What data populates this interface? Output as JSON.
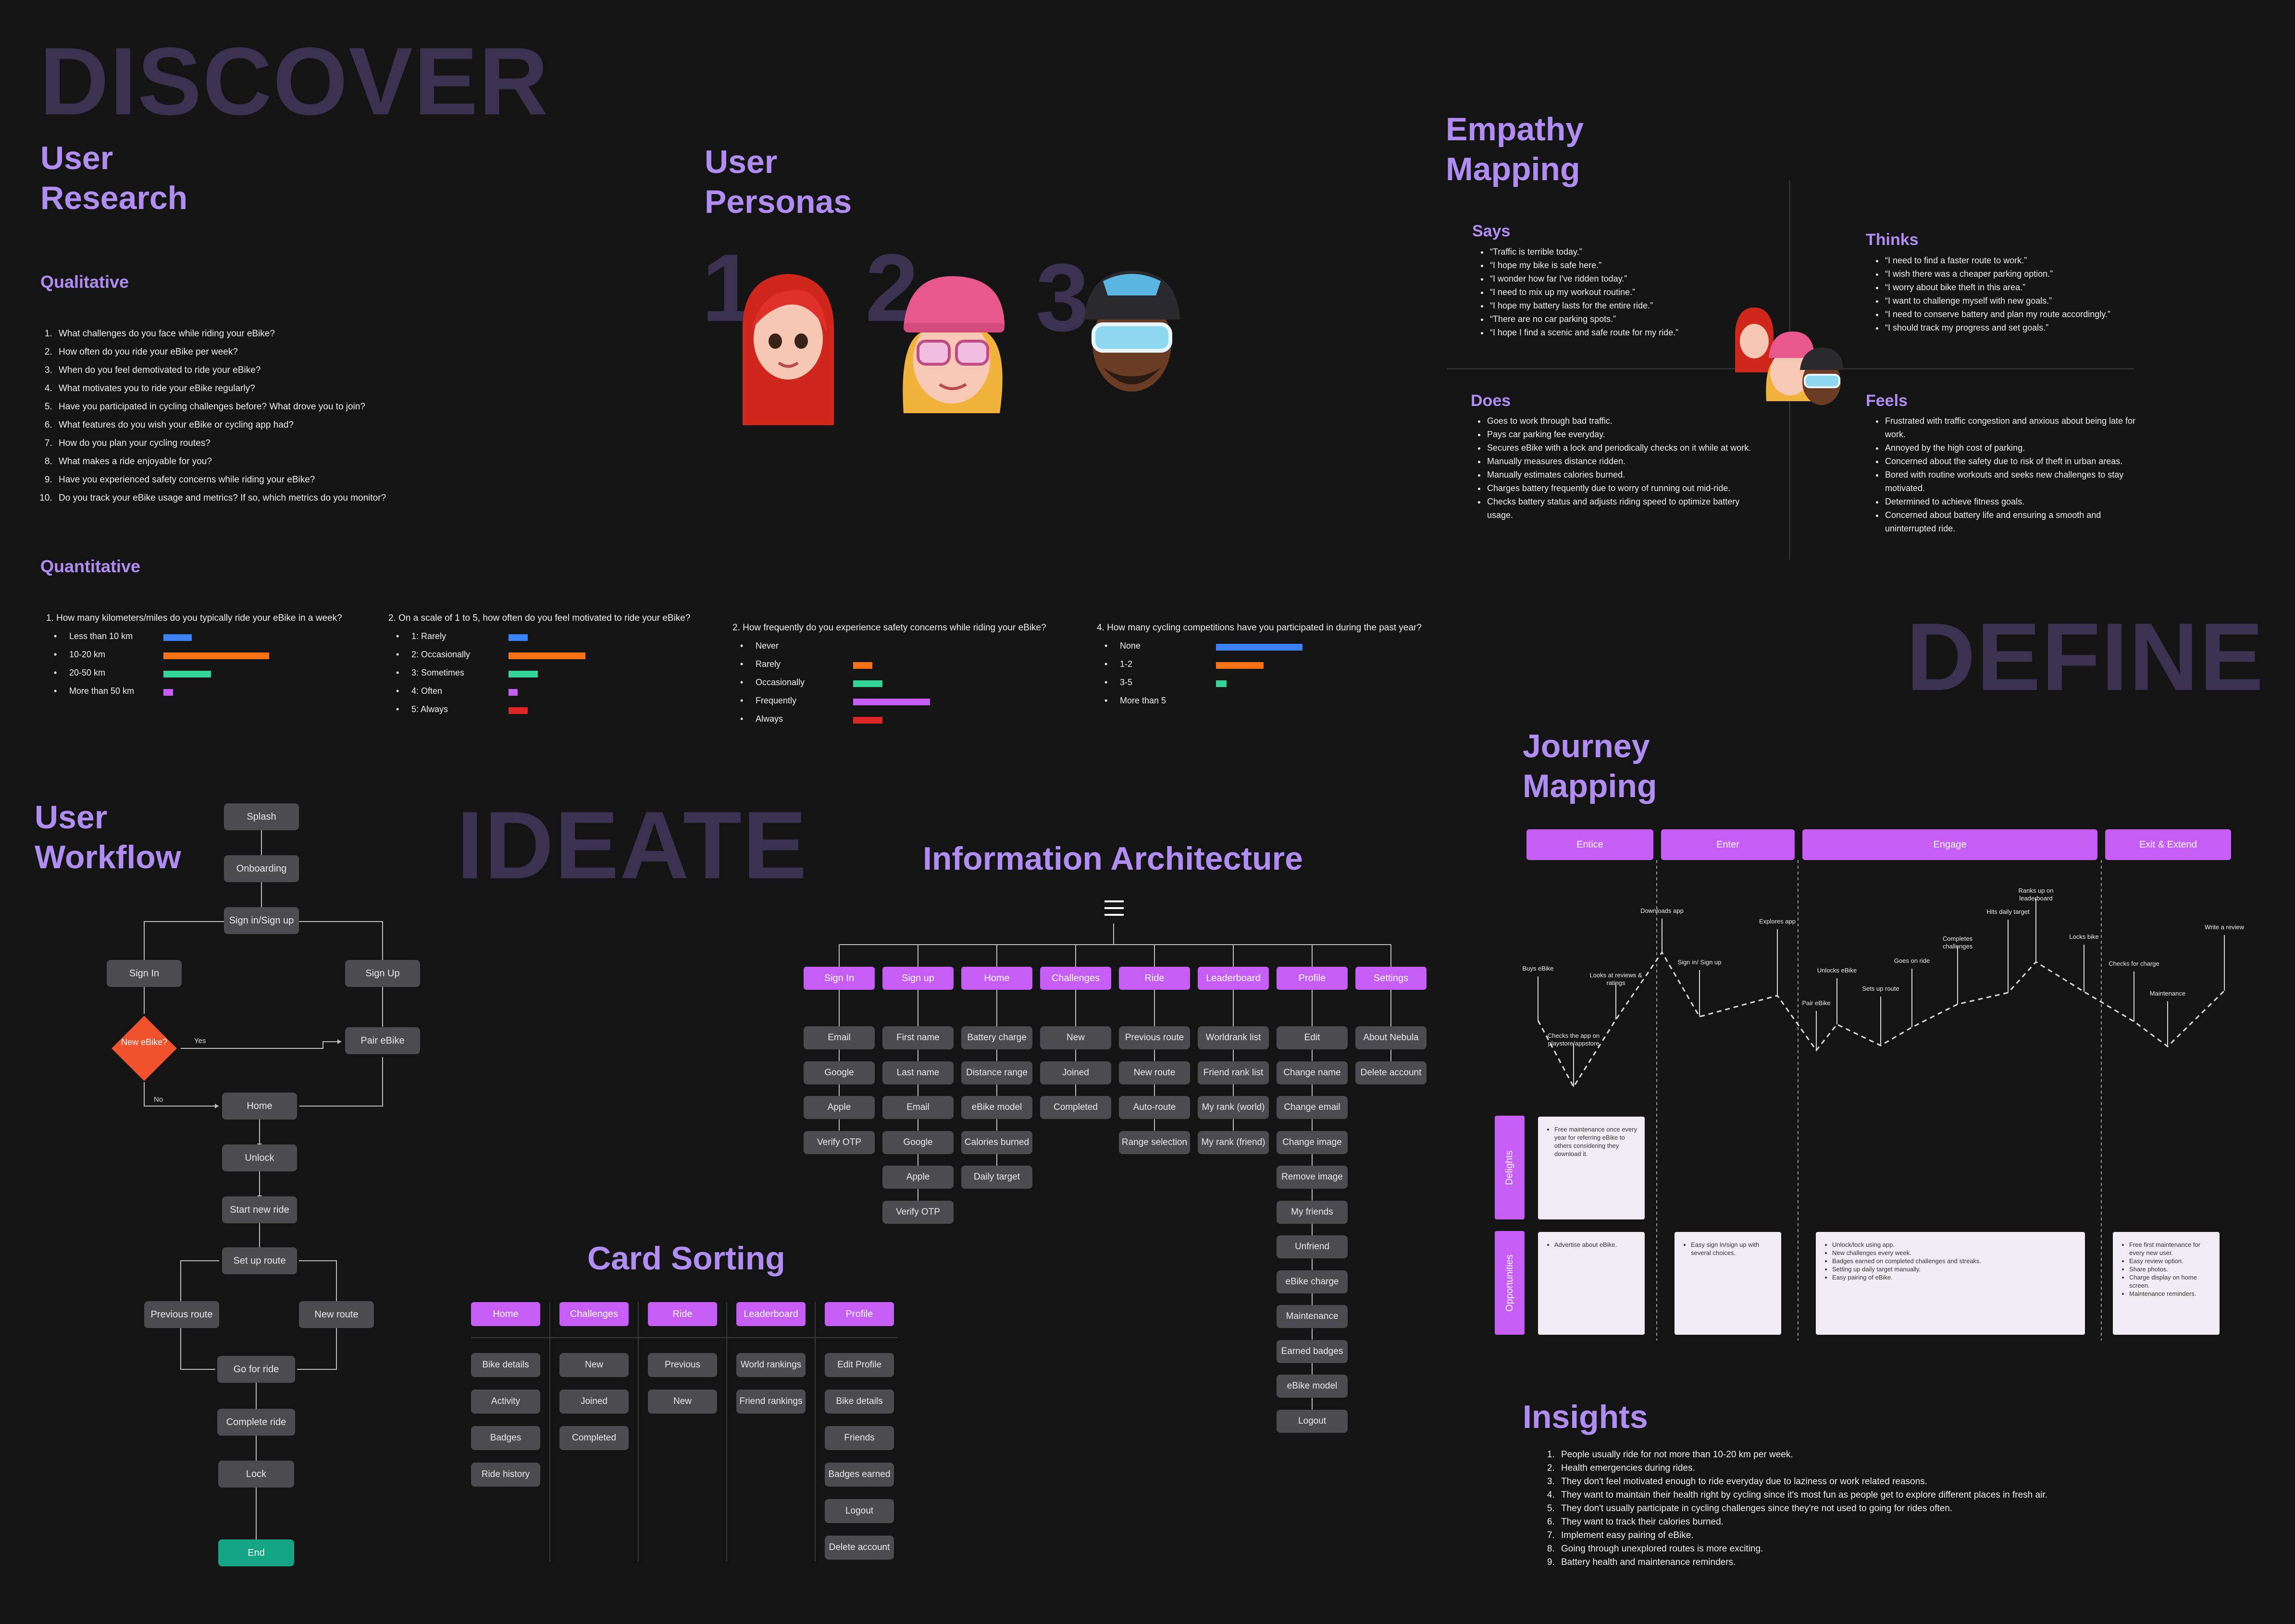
{
  "phases": {
    "discover": "DISCOVER",
    "define": "DEFINE",
    "ideate": "IDEATE"
  },
  "colors": {
    "accent": "#b08cf3",
    "node": "#4c4c50",
    "pink": "#c65df5",
    "decision": "#f0522d",
    "end": "#14a684",
    "blue": "#3b82f6",
    "orange": "#f97316",
    "green": "#34d399",
    "purple": "#c65df5",
    "red": "#dc2626"
  },
  "research": {
    "title_line1": "User",
    "title_line2": "Research",
    "qualitative_title": "Qualitative",
    "qualitative": [
      "What challenges do you face while riding your eBike?",
      "How often do you ride your eBike per week?",
      "When do you feel demotivated to ride your eBike?",
      "What motivates you to ride your eBike regularly?",
      "Have you participated in cycling challenges before? What drove you to join?",
      "What features do you wish your eBike or cycling app had?",
      "How do you plan your cycling routes?",
      "What makes a ride enjoyable for you?",
      "Have you experienced safety concerns while riding your eBike?",
      "Do you track your eBike usage and metrics? If so, which metrics do you monitor?"
    ],
    "quantitative_title": "Quantitative",
    "surveys": [
      {
        "question": "1. How many kilometers/miles do you typically ride your eBike in a week?",
        "options": [
          "Less than 10 km",
          "10-20 km",
          "20-50 km",
          "More than 50 km"
        ],
        "values": [
          0.27,
          1.0,
          0.45,
          0.09
        ],
        "colors": [
          "blue",
          "orange",
          "green",
          "purple"
        ]
      },
      {
        "question": "2. On a scale of 1 to 5, how often do you feel motivated to ride your eBike?",
        "options": [
          "1: Rarely",
          "2: Occasionally",
          "3: Sometimes",
          "4: Often",
          "5: Always"
        ],
        "values": [
          0.25,
          1.0,
          0.38,
          0.12,
          0.25
        ],
        "colors": [
          "blue",
          "orange",
          "green",
          "purple",
          "red"
        ]
      },
      {
        "question": "2. How frequently do you experience safety concerns while riding your eBike?",
        "options": [
          "Never",
          "Rarely",
          "Occasionally",
          "Frequently",
          "Always"
        ],
        "values": [
          0,
          0.25,
          0.38,
          1.0,
          0.38
        ],
        "colors": [
          "blue",
          "orange",
          "green",
          "purple",
          "red"
        ]
      },
      {
        "question": "4. How many cycling competitions have you participated in during the past year?",
        "options": [
          "None",
          "1-2",
          "3-5",
          "More than 5"
        ],
        "values": [
          1.0,
          0.55,
          0.12,
          0
        ],
        "colors": [
          "blue",
          "orange",
          "green",
          "purple"
        ]
      }
    ]
  },
  "personas": {
    "title_line1": "User",
    "title_line2": "Personas",
    "numbers": [
      "1",
      "2",
      "3"
    ]
  },
  "empathy": {
    "title_line1": "Empathy",
    "title_line2": "Mapping",
    "says_title": "Says",
    "says": [
      "“Traffic is terrible today.”",
      "“I hope my bike is safe here.”",
      "“I wonder how far I've ridden today.”",
      "“I need to mix up my workout routine.”",
      "“I hope my battery lasts for the entire ride.”",
      "“There are no car parking spots.”",
      "“I hope I find a scenic and safe route for my ride.”"
    ],
    "thinks_title": "Thinks",
    "thinks": [
      "“I need to find a faster route to work.”",
      "“I wish there was a cheaper parking option.”",
      "“I worry about bike theft in this area.”",
      "“I want to challenge myself with new goals.”",
      "“I need to conserve battery and plan my route accordingly.”",
      "“I should track my progress and set goals.”"
    ],
    "does_title": "Does",
    "does": [
      "Goes to work through bad traffic.",
      "Pays car parking fee everyday.",
      "Secures eBike with a lock and periodically checks on it while at work.",
      "Manually measures distance ridden.",
      "Manually estimates calories burned.",
      "Charges battery frequently due to worry of running out mid-ride.",
      "Checks battery status and adjusts riding speed to optimize battery usage."
    ],
    "feels_title": "Feels",
    "feels": [
      "Frustrated with traffic congestion and anxious about being late for work.",
      "Annoyed by the high cost of parking.",
      "Concerned about the safety due to risk of theft in urban areas.",
      "Bored with routine workouts and seeks new challenges to stay motivated.",
      "Determined to achieve fitness goals.",
      "Concerned about battery life and ensuring a smooth and uninterrupted ride."
    ]
  },
  "journey": {
    "title_line1": "Journey",
    "title_line2": "Mapping",
    "stages": [
      "Entice",
      "Enter",
      "Engage",
      "Exit & Extend"
    ],
    "points": [
      "Buys eBike",
      "Checks the app on playstore/appstore",
      "Looks at reviews & ratings",
      "Downloads app",
      "Sign in/ Sign up",
      "Explores app",
      "Pair eBike",
      "Unlocks eBike",
      "Sets up route",
      "Goes on ride",
      "Completes challenges",
      "Hits daily target",
      "Ranks up on leaderboard",
      "Locks bike",
      "Checks for charge",
      "Maintenance",
      "Write a review"
    ],
    "delights_label": "Delights",
    "delights": [
      [
        "Free maintenance once every year for referring eBike to others considering they download it."
      ]
    ],
    "opportunities_label": "Opportunities",
    "opportunities": [
      [
        "Advertise about eBike."
      ],
      [
        "Easy sign in/sign up with several choices."
      ],
      [
        "Unlock/lock using app.",
        "New challenges every week.",
        "Badges earned on completed challenges and streaks.",
        "Setting up daily target manually.",
        "Easy pairing of eBike."
      ],
      [
        "Free first maintenance for every new user.",
        "Easy review option.",
        "Share photos.",
        "Charge display on home screen.",
        "Maintenance reminders."
      ]
    ]
  },
  "insights": {
    "title": "Insights",
    "items": [
      "People usually ride for not more than 10-20 km per week.",
      "Health emergencies during rides.",
      "They don't feel motivated enough to ride everyday due to laziness or work related reasons.",
      "They want to maintain their health right by cycling since it's most fun as people get to explore different places in fresh air.",
      "They don't usually participate in cycling challenges since they're not used to going for rides often.",
      "They want to track their calories burned.",
      "Implement easy pairing of eBike.",
      "Going through unexplored routes is more exciting.",
      "Battery health and maintenance reminders."
    ]
  },
  "workflow": {
    "title_line1": "User",
    "title_line2": "Workflow",
    "nodes": {
      "splash": "Splash",
      "onboarding": "Onboarding",
      "signin_signup": "Sign in/Sign up",
      "signin": "Sign In",
      "signup": "Sign Up",
      "decision": "New eBike?",
      "yes": "Yes",
      "no": "No",
      "pair": "Pair eBike",
      "home": "Home",
      "unlock": "Unlock",
      "start": "Start new ride",
      "setup": "Set up route",
      "prev": "Previous route",
      "new": "New route",
      "go": "Go for ride",
      "complete": "Complete ride",
      "lock": "Lock",
      "end": "End"
    }
  },
  "ia": {
    "title": "Information Architecture",
    "columns": [
      {
        "head": "Sign In",
        "items": [
          "Email",
          "Google",
          "Apple",
          "Verify OTP"
        ]
      },
      {
        "head": "Sign up",
        "items": [
          "First name",
          "Last name",
          "Email",
          "Google",
          "Apple",
          "Verify OTP"
        ]
      },
      {
        "head": "Home",
        "items": [
          "Battery charge",
          "Distance range",
          "eBike model",
          "Calories burned",
          "Daily target"
        ]
      },
      {
        "head": "Challenges",
        "items": [
          "New",
          "Joined",
          "Completed"
        ]
      },
      {
        "head": "Ride",
        "items": [
          "Previous route",
          "New route",
          "Auto-route",
          "Range selection"
        ]
      },
      {
        "head": "Leaderboard",
        "items": [
          "Worldrank list",
          "Friend rank list",
          "My rank (world)",
          "My rank (friend)"
        ]
      },
      {
        "head": "Profile",
        "items": [
          "Edit",
          "Change name",
          "Change email",
          "Change image",
          "Remove image",
          "My friends",
          "Unfriend",
          "eBike charge",
          "Maintenance",
          "Earned badges",
          "eBike model",
          "Logout"
        ]
      },
      {
        "head": "Settings",
        "items": [
          "About Nebula",
          "Delete account"
        ]
      }
    ]
  },
  "card_sorting": {
    "title": "Card Sorting",
    "columns": [
      {
        "head": "Home",
        "items": [
          "Bike details",
          "Activity",
          "Badges",
          "Ride history"
        ]
      },
      {
        "head": "Challenges",
        "items": [
          "New",
          "Joined",
          "Completed"
        ]
      },
      {
        "head": "Ride",
        "items": [
          "Previous",
          "New"
        ]
      },
      {
        "head": "Leaderboard",
        "items": [
          "World rankings",
          "Friend rankings"
        ]
      },
      {
        "head": "Profile",
        "items": [
          "Edit Profile",
          "Bike details",
          "Friends",
          "Badges earned",
          "Logout",
          "Delete account"
        ]
      }
    ]
  }
}
